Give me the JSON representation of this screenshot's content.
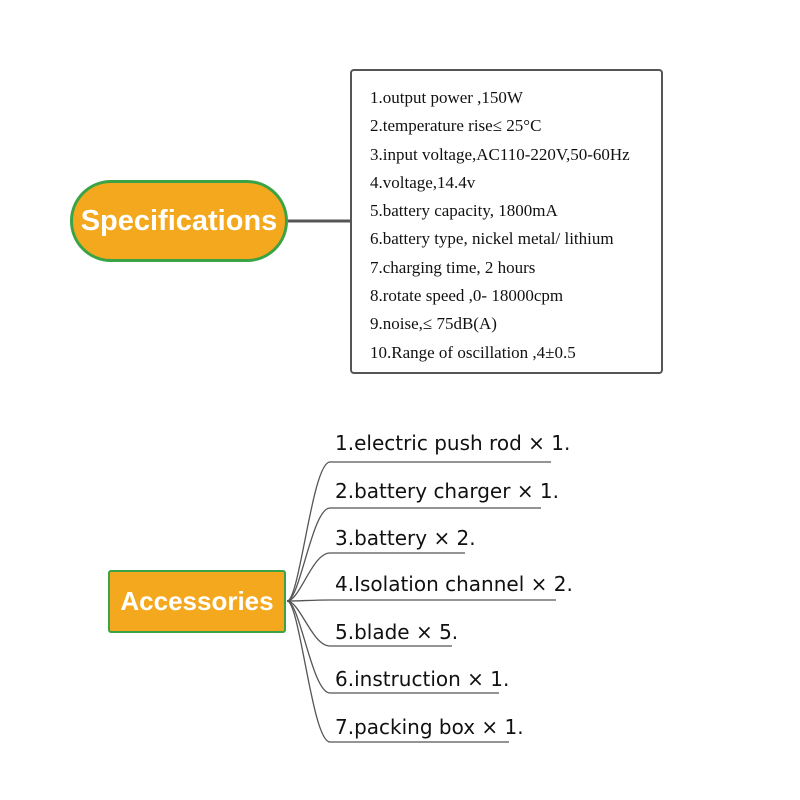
{
  "specifications": {
    "label": "Specifications",
    "items": [
      "1.output power ,150W",
      "2.temperature rise≤ 25°C",
      "3.input voltage,AC110-220V,50-60Hz",
      "4.voltage,14.4v",
      "5.battery capacity, 1800mA",
      "6.battery type, nickel metal/ lithium",
      "7.charging time, 2 hours",
      "8.rotate speed ,0- 18000cpm",
      "9.noise,≤ 75dB(A)",
      "10.Range of oscillation ,4±0.5"
    ]
  },
  "accessories": {
    "label": "Accessories",
    "items": [
      "1.electric push rod × 1.",
      "2.battery charger × 1.",
      "3.battery × 2.",
      "4.Isolation channel × 2.",
      "5.blade × 5.",
      "6.instruction × 1.",
      "7.packing box × 1."
    ]
  },
  "colors": {
    "node_fill": "#f3a81d",
    "node_border": "#3aa346",
    "connector": "#555555"
  }
}
